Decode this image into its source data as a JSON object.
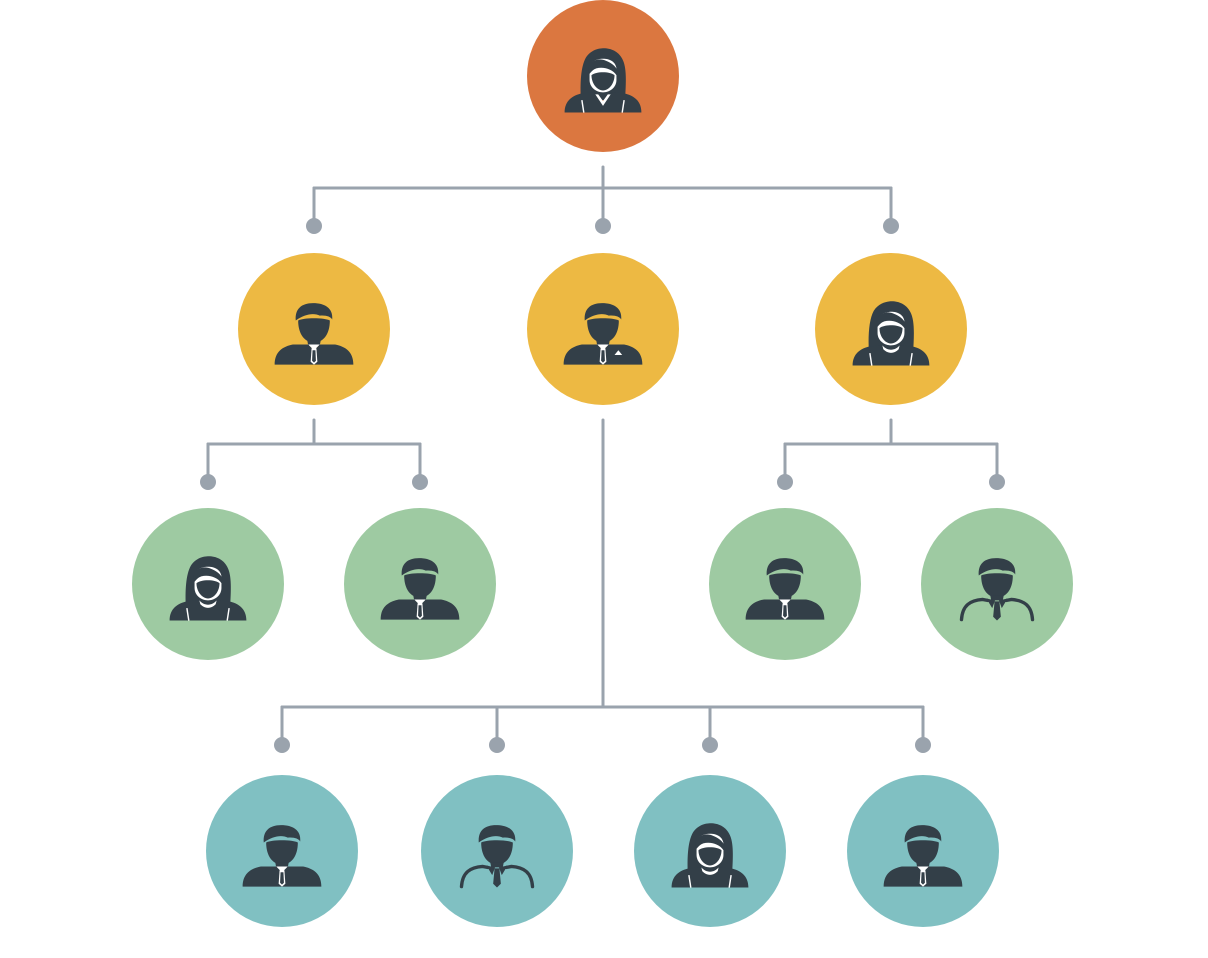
{
  "colors": {
    "background": "#ffffff",
    "connector": "#9aa3ad",
    "figure": "#333f48",
    "level_1": "#db7740",
    "level_2": "#edb943",
    "level_3": "#9ecaa2",
    "level_4": "#80c0c2"
  },
  "nodes": [
    {
      "id": "n1",
      "level": 1,
      "parent": null,
      "icon": "woman-icon"
    },
    {
      "id": "n2",
      "level": 2,
      "parent": "n1",
      "icon": "man-tie-icon"
    },
    {
      "id": "n3",
      "level": 2,
      "parent": "n1",
      "icon": "man-tie-pocket-square-icon"
    },
    {
      "id": "n4",
      "level": 2,
      "parent": "n1",
      "icon": "woman-icon"
    },
    {
      "id": "n5",
      "level": 3,
      "parent": "n2",
      "icon": "woman-icon"
    },
    {
      "id": "n6",
      "level": 3,
      "parent": "n2",
      "icon": "man-tie-icon"
    },
    {
      "id": "n7",
      "level": 3,
      "parent": "n4",
      "icon": "man-tie-icon"
    },
    {
      "id": "n8",
      "level": 3,
      "parent": "n4",
      "icon": "man-shirt-tie-icon"
    },
    {
      "id": "n9",
      "level": 4,
      "parent": "n3",
      "icon": "man-tie-icon"
    },
    {
      "id": "n10",
      "level": 4,
      "parent": "n3",
      "icon": "man-shirt-tie-icon"
    },
    {
      "id": "n11",
      "level": 4,
      "parent": "n3",
      "icon": "woman-icon"
    },
    {
      "id": "n12",
      "level": 4,
      "parent": "n3",
      "icon": "man-tie-icon"
    }
  ]
}
